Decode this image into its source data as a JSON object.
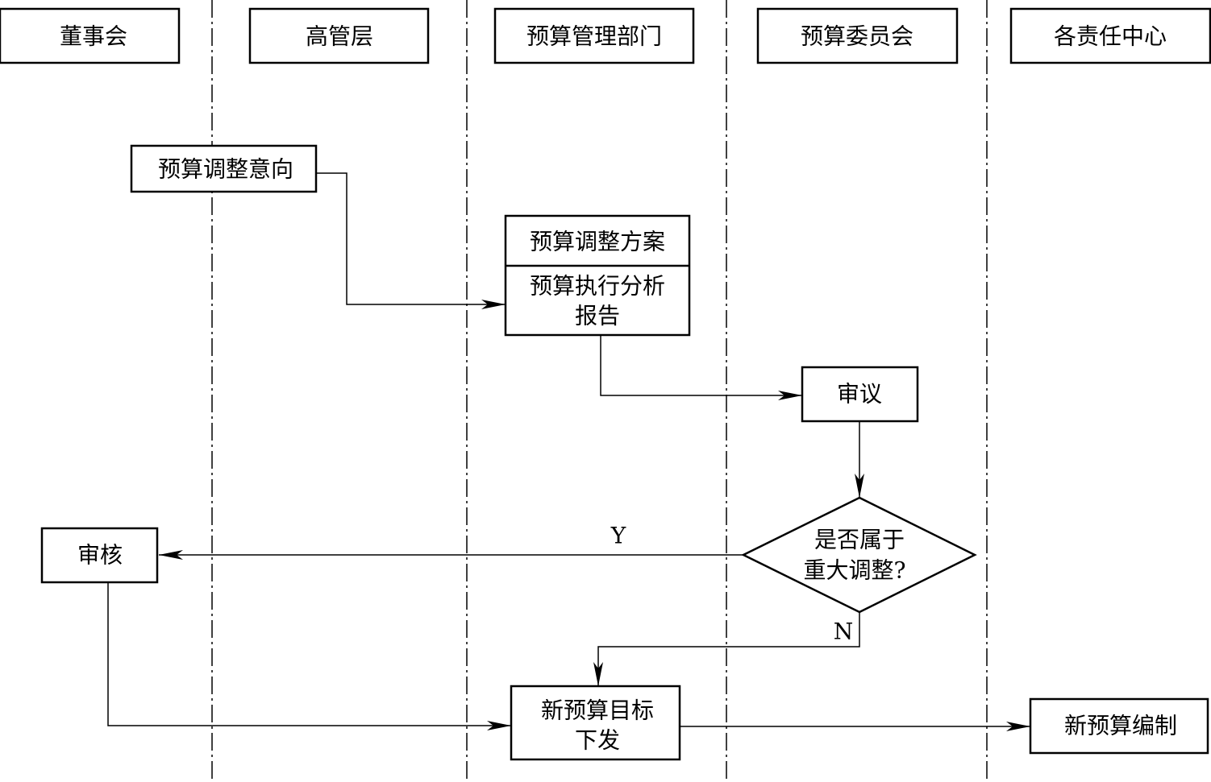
{
  "lanes": {
    "board": "董事会",
    "senior_management": "高管层",
    "budget_department": "预算管理部门",
    "budget_committee": "预算委员会",
    "responsibility_centers": "各责任中心"
  },
  "nodes": {
    "adjustment_intent": "预算调整意向",
    "adjustment_plan": "预算调整方案",
    "execution_report_line1": "预算执行分析",
    "execution_report_line2": "报告",
    "review": "审议",
    "decision_line1": "是否属于",
    "decision_line2": "重大调整?",
    "approval": "审核",
    "issue_line1": "新预算目标",
    "issue_line2": "下发",
    "new_budget": "新预算编制"
  },
  "edge_labels": {
    "yes": "Y",
    "no": "N"
  }
}
